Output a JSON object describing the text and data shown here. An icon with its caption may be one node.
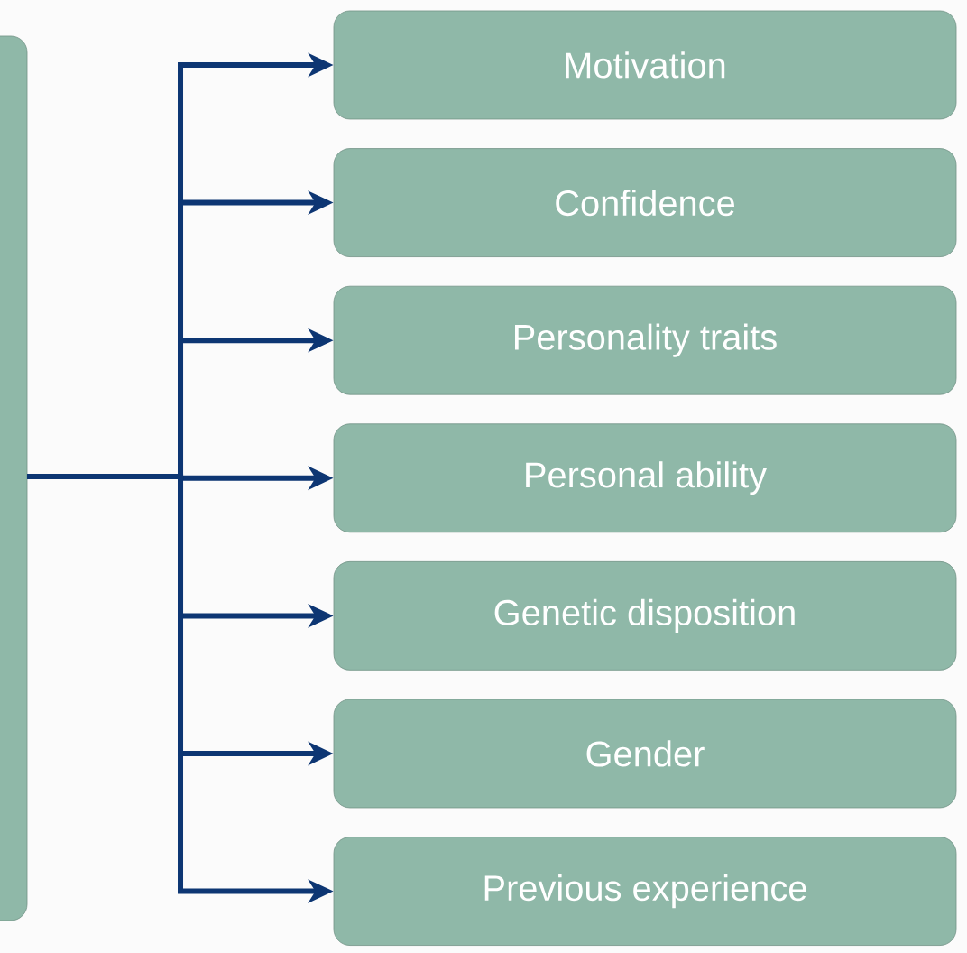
{
  "diagram": {
    "nodes": [
      {
        "text": [],
        "shape": "box"
      },
      {
        "text": [
          "Motivation"
        ]
      },
      {
        "text": [
          "Confidence"
        ]
      },
      {
        "text": [
          "Personality traits"
        ]
      },
      {
        "text": [
          "Personal ability"
        ]
      },
      {
        "text": [
          "Genetic disposition"
        ]
      },
      {
        "text": [
          "Gender"
        ]
      },
      {
        "text": [
          "Previous experience"
        ]
      }
    ],
    "edges": [
      {
        "from": 0,
        "to": 1,
        "arrow": "to"
      },
      {
        "from": 0,
        "to": 2,
        "arrow": "to"
      },
      {
        "from": 0,
        "to": 3,
        "arrow": "to"
      },
      {
        "from": 0,
        "to": 4,
        "arrow": "to"
      },
      {
        "from": 0,
        "to": 5,
        "arrow": "to"
      },
      {
        "from": 0,
        "to": 6,
        "arrow": "to"
      },
      {
        "from": 0,
        "to": 7,
        "arrow": "to"
      }
    ]
  }
}
